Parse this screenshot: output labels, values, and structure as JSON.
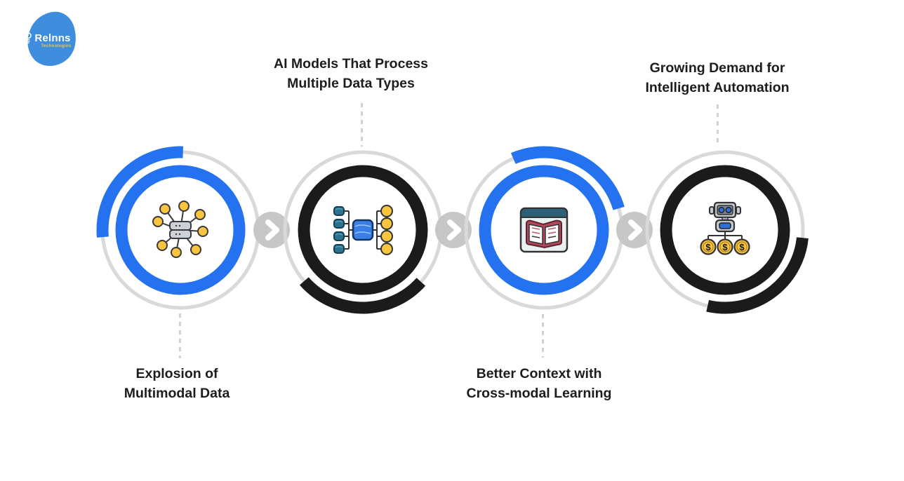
{
  "logo": {
    "brand_left": "Rel",
    "brand_right": "nns",
    "subtitle": "Technologies"
  },
  "steps": [
    {
      "label_line1": "Explosion of",
      "label_line2": "Multimodal Data",
      "label_position": "bottom",
      "ring_color": "#2472f0",
      "arc_position": "top-left",
      "icon": "network-hub-icon"
    },
    {
      "label_line1": "AI Models That Process",
      "label_line2": "Multiple Data Types",
      "label_position": "top",
      "ring_color": "#1b1b1b",
      "arc_position": "bottom",
      "icon": "multimodal-pipeline-icon"
    },
    {
      "label_line1": "Better Context with",
      "label_line2": "Cross-modal Learning",
      "label_position": "bottom",
      "ring_color": "#2472f0",
      "arc_position": "top-right",
      "icon": "book-window-icon"
    },
    {
      "label_line1": "Growing Demand for",
      "label_line2": "Intelligent Automation",
      "label_position": "top",
      "ring_color": "#1b1b1b",
      "arc_position": "bottom-right",
      "icon": "robot-coins-icon"
    }
  ],
  "icons": {
    "coin_symbol": "$"
  },
  "arrows": {
    "count": 3,
    "direction": "right"
  },
  "colors": {
    "accent_blue": "#2472f0",
    "accent_black": "#1b1b1b",
    "ring_gray": "#d9d9d9",
    "arrow_gray": "#c7c7c7",
    "text": "#1d1d1d",
    "background": "#ffffff",
    "logo_blue": "#3f8ede",
    "logo_sub_yellow": "#f3c73d",
    "icon_yellow": "#f9c440",
    "icon_teal": "#2d7391",
    "icon_db_blue": "#3a7fe8",
    "book_red": "#b04a5a",
    "window_header_teal": "#2b6077"
  }
}
